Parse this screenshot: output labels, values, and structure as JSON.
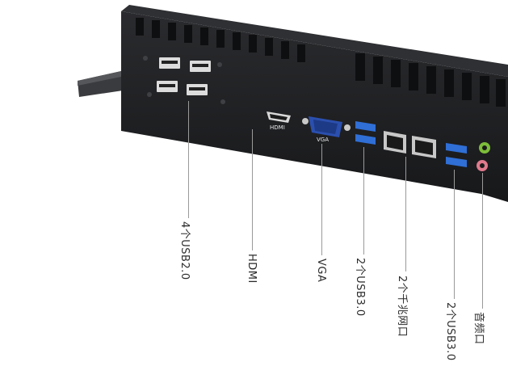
{
  "device": {
    "silk_hdmi": "HDMI",
    "silk_vga": "VGA"
  },
  "labels": {
    "usb2": "4个USB2.0",
    "hdmi": "HDMI",
    "vga": "VGA",
    "usb3_left": "2个USB3.0",
    "lan": "2个千兆网口",
    "usb3_right": "2个USB3.0",
    "audio": "音频口"
  },
  "colors": {
    "chassis": "#1e1f22",
    "usb3_blue": "#2f6fd6",
    "vga_blue": "#2a4fae",
    "audio_green": "#7dbd3a",
    "audio_pink": "#e07a8c"
  }
}
